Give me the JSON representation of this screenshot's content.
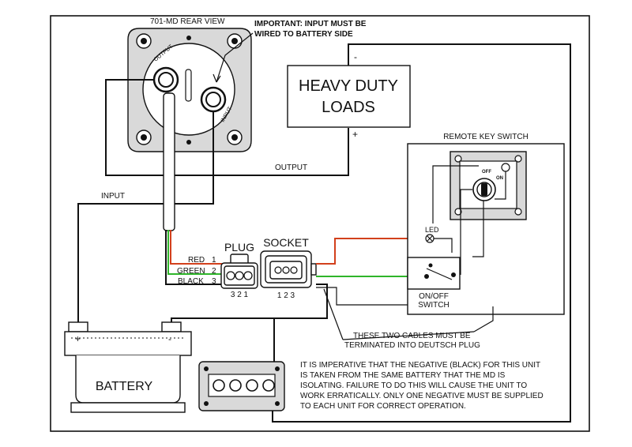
{
  "header": {
    "rear_view": "701-MD REAR VIEW",
    "important_1": "IMPORTANT: INPUT MUST BE",
    "important_2": "WIRED TO BATTERY SIDE"
  },
  "switch_body": {
    "output_label": "OUTPUT",
    "input_label": "INPUT"
  },
  "loads": {
    "line1": "HEAVY DUTY",
    "line2": "LOADS",
    "minus": "-",
    "plus": "+"
  },
  "wires": {
    "output": "OUTPUT",
    "input": "INPUT"
  },
  "remote": {
    "title": "REMOTE KEY SWITCH",
    "off": "OFF",
    "on": "ON",
    "led": "LED",
    "onoff_1": "ON/OFF",
    "onoff_2": "SWITCH"
  },
  "plug": {
    "title": "PLUG",
    "red": "RED",
    "green": "GREEN",
    "black": "BLACK",
    "pin1": "1",
    "pin2": "2",
    "pin3": "3",
    "bottom": "3 2 1"
  },
  "socket": {
    "title": "SOCKET",
    "bottom": "1 2 3"
  },
  "note_cables": {
    "line1": "THESE TWO CABLES MUST BE",
    "line2": "TERMINATED INTO DEUTSCH PLUG"
  },
  "battery": {
    "label": "BATTERY",
    "plus": "+",
    "minus": "-"
  },
  "warning": {
    "line1": "IT IS IMPERATIVE THAT THE NEGATIVE (BLACK) FOR THIS UNIT",
    "line2": "IS TAKEN FROM THE SAME BATTERY THAT THE MD IS",
    "line3": "ISOLATING. FAILURE TO DO THIS WILL CAUSE THE UNIT TO",
    "line4": "WORK ERRATICALLY. ONLY ONE NEGATIVE MUST BE SUPPLIED",
    "line5": "TO EACH UNIT FOR CORRECT OPERATION."
  },
  "colors": {
    "wire": "#111111",
    "red_wire": "#d2401c",
    "green_wire": "#2fb52a"
  }
}
